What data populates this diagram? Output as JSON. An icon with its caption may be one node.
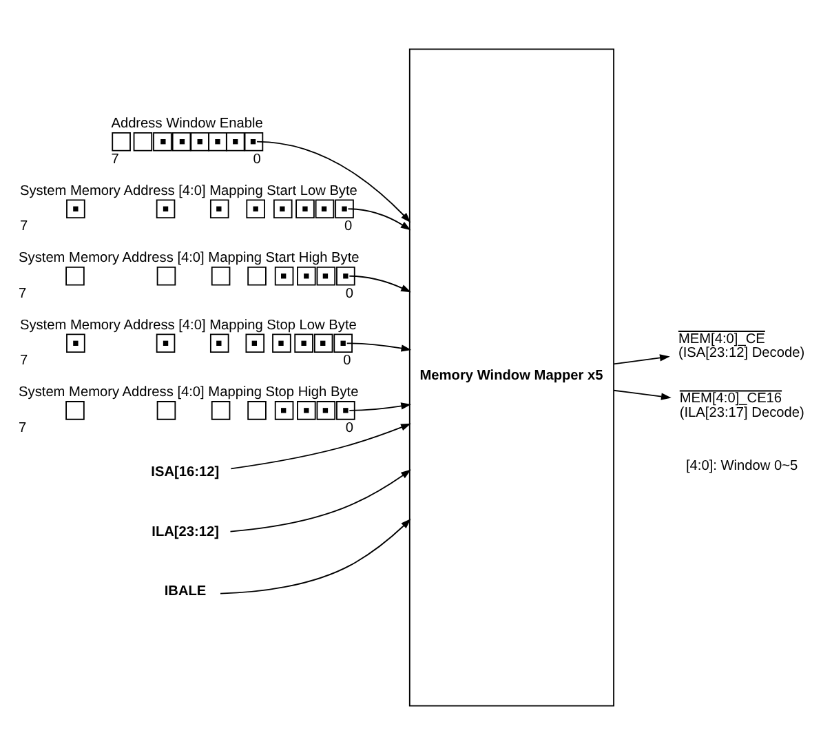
{
  "diagram": {
    "nodes": [
      {
        "text": [
          "Address Window Enable",
          "7",
          "0"
        ]
      },
      {
        "text": [
          "System Memory Address [4:0] Mapping Start Low Byte",
          "7",
          "0"
        ]
      },
      {
        "text": [
          "System Memory Address [4:0] Mapping Start High Byte",
          "7",
          "0"
        ]
      },
      {
        "text": [
          "System Memory Address [4:0] Mapping Stop Low Byte",
          "7",
          "0"
        ]
      },
      {
        "text": [
          "System Memory Address [4:0] Mapping Stop High Byte",
          "7",
          "0"
        ]
      },
      {
        "text": [
          "ISA[16:12]"
        ]
      },
      {
        "text": [
          "ILA[23:12]"
        ]
      },
      {
        "text": [
          "IBALE"
        ]
      },
      {
        "text": [
          "Memory Window Mapper x5"
        ]
      },
      {
        "text": [
          "MEM[4:0]_CE",
          "(ISA[23:12] Decode)"
        ]
      },
      {
        "text": [
          "MEM[4:0]_CE16",
          "(ILA[23:17] Decode)"
        ]
      }
    ],
    "edges": [
      {
        "from": 0,
        "to": 8,
        "arrow": "to"
      },
      {
        "from": 1,
        "to": 8,
        "arrow": "to"
      },
      {
        "from": 2,
        "to": 8,
        "arrow": "to"
      },
      {
        "from": 3,
        "to": 8,
        "arrow": "to"
      },
      {
        "from": 4,
        "to": 8,
        "arrow": "to"
      },
      {
        "from": 5,
        "to": 8,
        "arrow": "to"
      },
      {
        "from": 6,
        "to": 8,
        "arrow": "to"
      },
      {
        "from": 7,
        "to": 8,
        "arrow": "to"
      },
      {
        "from": 8,
        "to": 9,
        "arrow": "to"
      },
      {
        "from": 8,
        "to": 10,
        "arrow": "to"
      }
    ],
    "labels": [
      "[4:0]: Window 0~5"
    ]
  }
}
